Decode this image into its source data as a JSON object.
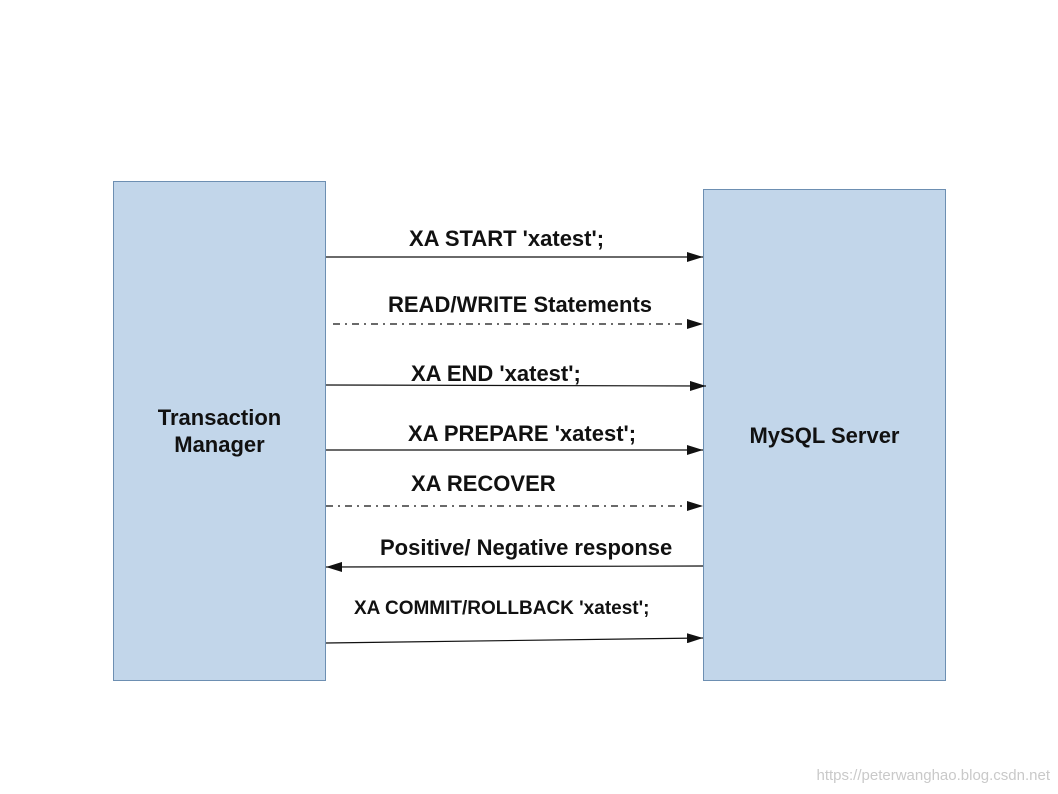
{
  "participants": {
    "left": "Transaction\nManager",
    "right": "MySQL Server"
  },
  "messages": [
    {
      "label": "XA START 'xatest';",
      "style": "solid",
      "direction": "right"
    },
    {
      "label": "READ/WRITE Statements",
      "style": "dashed",
      "direction": "right"
    },
    {
      "label": "XA END 'xatest';",
      "style": "solid",
      "direction": "right"
    },
    {
      "label": "XA PREPARE 'xatest';",
      "style": "solid",
      "direction": "right"
    },
    {
      "label": "XA RECOVER",
      "style": "dashed",
      "direction": "right"
    },
    {
      "label": "Positive/ Negative response",
      "style": "solid",
      "direction": "left"
    },
    {
      "label": "XA COMMIT/ROLLBACK 'xatest';",
      "style": "solid",
      "direction": "right"
    }
  ],
  "watermark": "https://peterwanghao.blog.csdn.net",
  "colors": {
    "box_fill": "#c2d6ea",
    "box_border": "#6d8fb2",
    "line": "#111111"
  }
}
